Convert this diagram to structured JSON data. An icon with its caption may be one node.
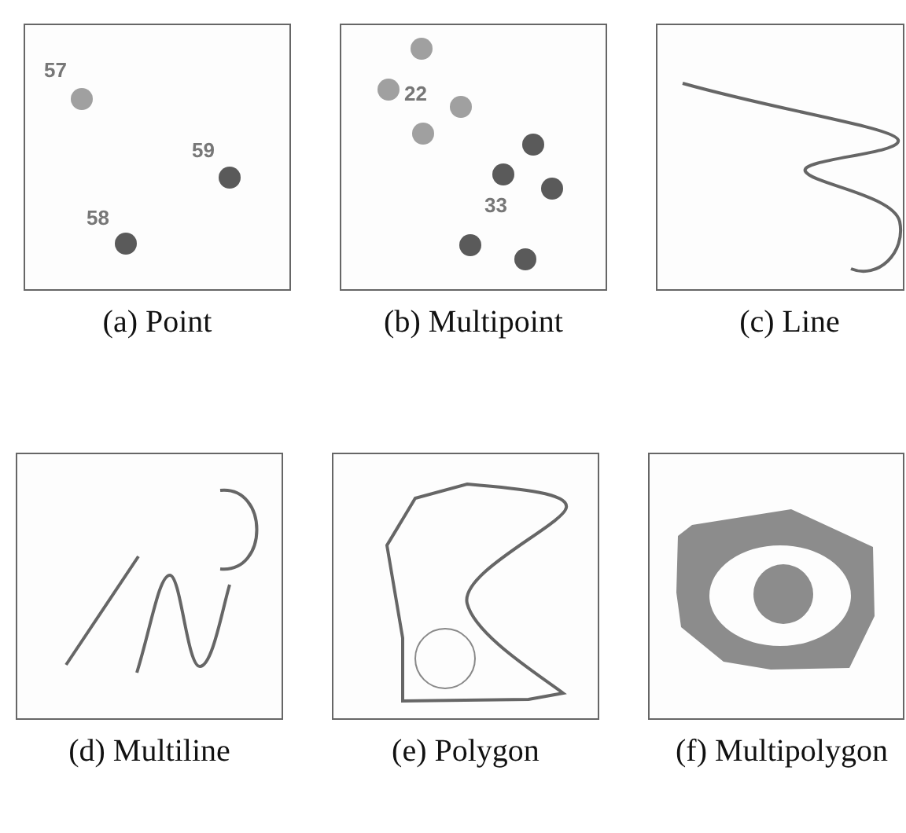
{
  "diagram": {
    "nodes": [
      {
        "text": [],
        "shape": "picture",
        "beside": [
          "(a) Point"
        ]
      },
      {
        "text": [],
        "shape": "picture",
        "beside": [
          "(b) Multipoint"
        ]
      },
      {
        "text": [],
        "shape": "picture",
        "beside": [
          "(c) Line"
        ]
      },
      {
        "text": [],
        "shape": "picture",
        "beside": [
          "(d) Multiline"
        ]
      },
      {
        "text": [],
        "shape": "picture",
        "beside": [
          "(e) Polygon"
        ]
      },
      {
        "text": [],
        "shape": "picture",
        "beside": [
          "(f) Multipolygon"
        ]
      }
    ],
    "labels": [
      "57",
      "59",
      "58",
      "22",
      "33"
    ]
  }
}
